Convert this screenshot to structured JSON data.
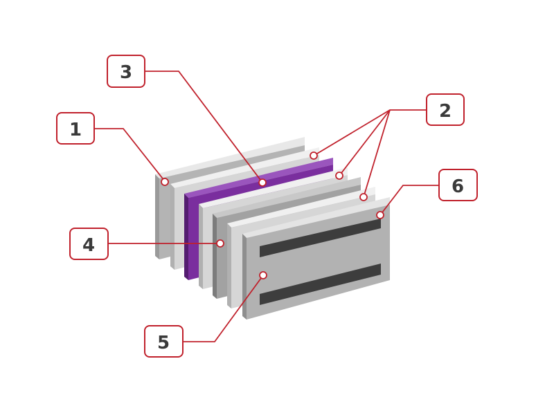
{
  "diagram": {
    "accent_color": "#c0202b",
    "panel_colors": {
      "light": "#d4d4d4",
      "mid": "#a9a9a9",
      "dark": "#8d8d8d",
      "purple": "#7a2e9e",
      "bar": "#3d3d3d"
    },
    "callouts": [
      {
        "id": "1",
        "label": "1"
      },
      {
        "id": "2",
        "label": "2"
      },
      {
        "id": "3",
        "label": "3"
      },
      {
        "id": "4",
        "label": "4"
      },
      {
        "id": "5",
        "label": "5"
      },
      {
        "id": "6",
        "label": "6"
      }
    ]
  }
}
